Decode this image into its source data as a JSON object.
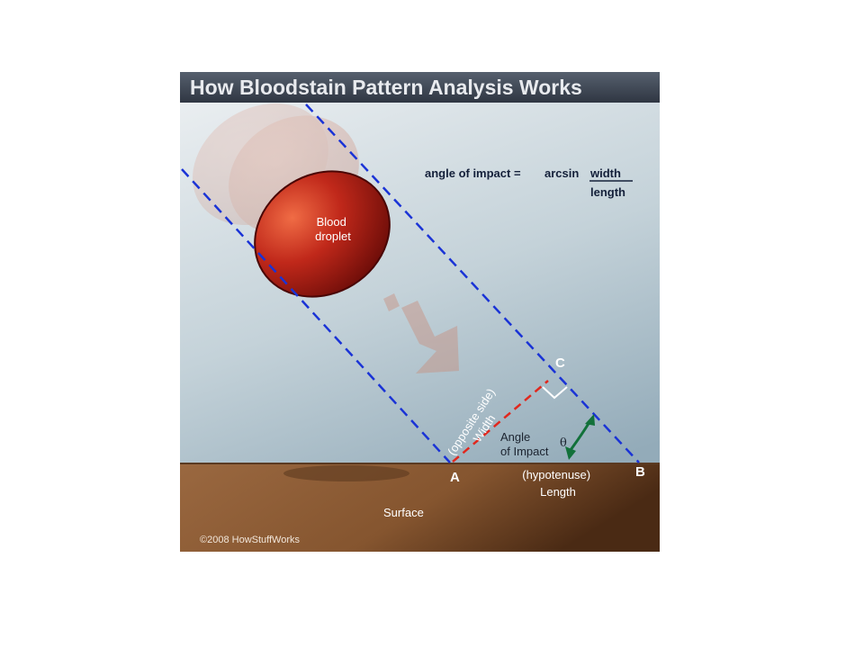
{
  "title": "How Bloodstain Pattern Analysis Works",
  "formula": {
    "left": "angle of impact =",
    "func": "arcsin",
    "numerator": "width",
    "denominator": "length"
  },
  "droplet_label": [
    "Blood",
    "droplet"
  ],
  "width_label": [
    "(opposite side)",
    "Width"
  ],
  "angle_label": [
    "Angle",
    "of Impact"
  ],
  "theta": "θ",
  "length_label": [
    "(hypotenuse)",
    "Length"
  ],
  "points": {
    "a": "A",
    "b": "B",
    "c": "C"
  },
  "surface_label": "Surface",
  "copyright": "©2008 HowStuffWorks",
  "colors": {
    "title_bar": "#3c4452",
    "sky_top": "#eef1f3",
    "sky_bottom": "#9fb5c2",
    "ground": "#8a5a38",
    "dash_blue": "#1a33d6",
    "dash_red": "#e0281e",
    "arrow_green": "#12713a",
    "droplet": "#b1200f"
  },
  "icons": [
    "motion-arrow-icon",
    "right-angle-marker-icon",
    "curved-double-arrow-icon"
  ]
}
